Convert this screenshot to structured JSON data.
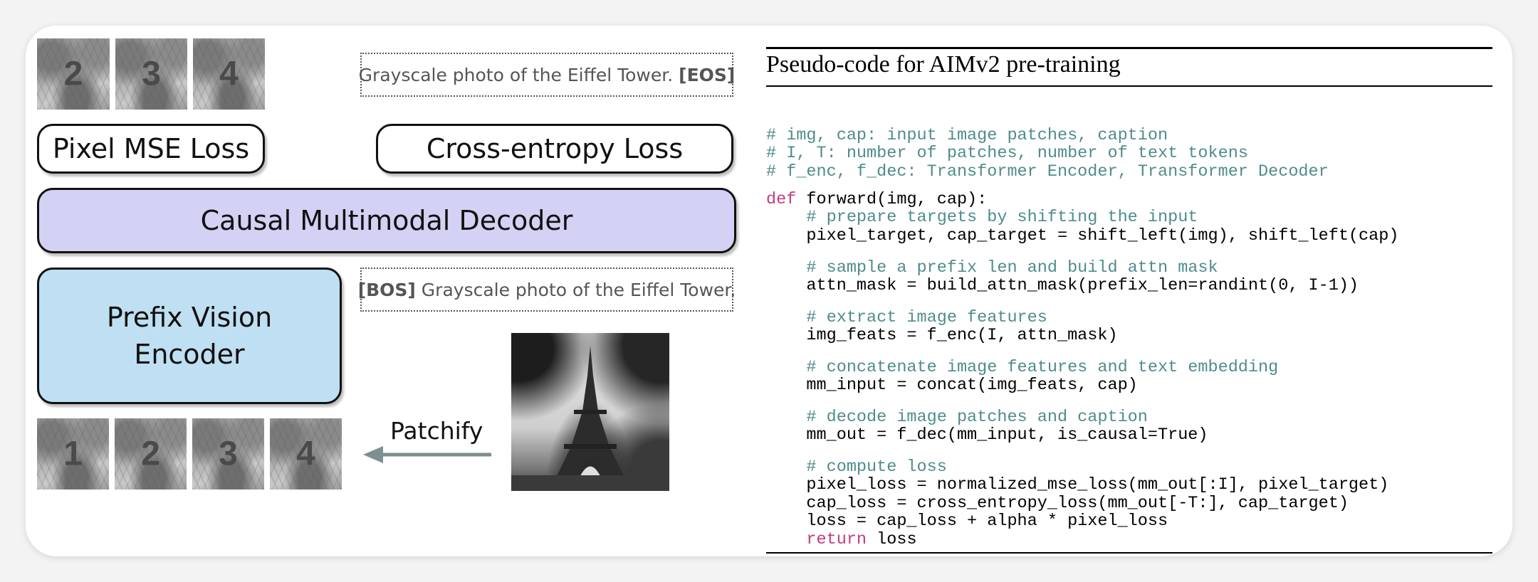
{
  "left": {
    "top_patches": [
      {
        "label": "2"
      },
      {
        "label": "3"
      },
      {
        "label": "4"
      }
    ],
    "bottom_patches": [
      {
        "label": "1"
      },
      {
        "label": "2"
      },
      {
        "label": "3"
      },
      {
        "label": "4"
      }
    ],
    "output_caption": {
      "text": "Grayscale photo of the Eiffel Tower. ",
      "token": "[EOS]"
    },
    "input_caption": {
      "token": "[BOS]",
      "text": " Grayscale photo of the Eiffel Tower."
    },
    "pixel_loss_label": "Pixel MSE Loss",
    "ce_loss_label": "Cross-entropy Loss",
    "decoder_label": "Causal Multimodal Decoder",
    "encoder_label_line1": "Prefix Vision",
    "encoder_label_line2": "Encoder",
    "patchify_label": "Patchify",
    "colors": {
      "decoder": "#d3d1f4",
      "encoder": "#bfdff2",
      "arrow": "#7d8f8f"
    }
  },
  "pseudocode": {
    "title": "Pseudo-code for AIMv2 pre-training",
    "header_comments": [
      "# img, cap: input image patches, caption",
      "# I, T: number of patches, number of text tokens",
      "# f_enc, f_dec: Transformer Encoder, Transformer Decoder"
    ],
    "def_keyword": "def",
    "def_signature": " forward(img, cap):",
    "blocks": [
      {
        "comment": "    # prepare targets by shifting the input",
        "lines": [
          "    pixel_target, cap_target = shift_left(img), shift_left(cap)"
        ]
      },
      {
        "comment": "    # sample a prefix len and build attn mask",
        "lines": [
          "    attn_mask = build_attn_mask(prefix_len=randint(0, I-1))"
        ]
      },
      {
        "comment": "    # extract image features",
        "lines": [
          "    img_feats = f_enc(I, attn_mask)"
        ]
      },
      {
        "comment": "    # concatenate image features and text embedding",
        "lines": [
          "    mm_input = concat(img_feats, cap)"
        ]
      },
      {
        "comment": "    # decode image patches and caption",
        "lines": [
          "    mm_out = f_dec(mm_input, is_causal=True)"
        ]
      },
      {
        "comment": "    # compute loss",
        "lines": [
          "    pixel_loss = normalized_mse_loss(mm_out[:I], pixel_target)",
          "    cap_loss = cross_entropy_loss(mm_out[-T:], cap_target)",
          "    loss = cap_loss + alpha * pixel_loss"
        ]
      }
    ],
    "return_keyword": "    return",
    "return_value": " loss",
    "colors": {
      "comment": "#4f8c8c",
      "keyword": "#c23b80"
    }
  }
}
